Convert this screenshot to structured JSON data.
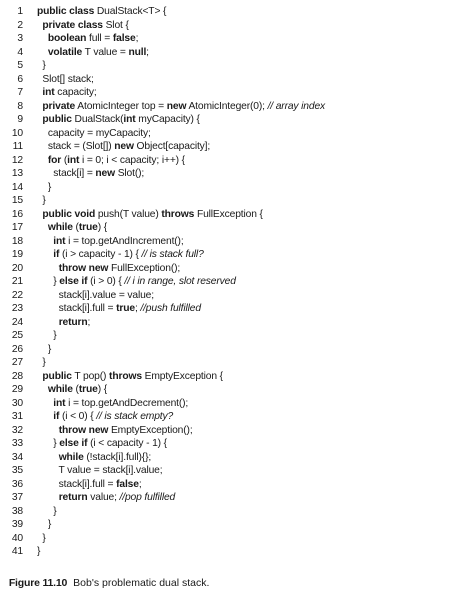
{
  "listing": {
    "lines": [
      {
        "n": "1",
        "segs": [
          {
            "t": "public class",
            "s": "kw"
          },
          {
            "t": " DualStack<T> {",
            "s": ""
          }
        ]
      },
      {
        "n": "2",
        "segs": [
          {
            "t": "  ",
            "s": ""
          },
          {
            "t": "private class",
            "s": "kw"
          },
          {
            "t": " Slot {",
            "s": ""
          }
        ]
      },
      {
        "n": "3",
        "segs": [
          {
            "t": "    ",
            "s": ""
          },
          {
            "t": "boolean",
            "s": "kw"
          },
          {
            "t": " full = ",
            "s": ""
          },
          {
            "t": "false",
            "s": "kw"
          },
          {
            "t": ";",
            "s": ""
          }
        ]
      },
      {
        "n": "4",
        "segs": [
          {
            "t": "    ",
            "s": ""
          },
          {
            "t": "volatile",
            "s": "kw"
          },
          {
            "t": " T value = ",
            "s": ""
          },
          {
            "t": "null",
            "s": "kw"
          },
          {
            "t": ";",
            "s": ""
          }
        ]
      },
      {
        "n": "5",
        "segs": [
          {
            "t": "  }",
            "s": ""
          }
        ]
      },
      {
        "n": "6",
        "segs": [
          {
            "t": "  Slot[] stack;",
            "s": ""
          }
        ]
      },
      {
        "n": "7",
        "segs": [
          {
            "t": "  ",
            "s": ""
          },
          {
            "t": "int",
            "s": "kw"
          },
          {
            "t": " capacity;",
            "s": ""
          }
        ]
      },
      {
        "n": "8",
        "segs": [
          {
            "t": "  ",
            "s": ""
          },
          {
            "t": "private",
            "s": "kw"
          },
          {
            "t": " AtomicInteger top = ",
            "s": ""
          },
          {
            "t": "new",
            "s": "kw"
          },
          {
            "t": " AtomicInteger(0); ",
            "s": ""
          },
          {
            "t": "// array index",
            "s": "cm"
          }
        ]
      },
      {
        "n": "9",
        "segs": [
          {
            "t": "  ",
            "s": ""
          },
          {
            "t": "public",
            "s": "kw"
          },
          {
            "t": " DualStack(",
            "s": ""
          },
          {
            "t": "int",
            "s": "kw"
          },
          {
            "t": " myCapacity) {",
            "s": ""
          }
        ]
      },
      {
        "n": "10",
        "segs": [
          {
            "t": "    capacity = myCapacity;",
            "s": ""
          }
        ]
      },
      {
        "n": "11",
        "segs": [
          {
            "t": "    stack = (Slot[]) ",
            "s": ""
          },
          {
            "t": "new",
            "s": "kw"
          },
          {
            "t": " Object[capacity];",
            "s": ""
          }
        ]
      },
      {
        "n": "12",
        "segs": [
          {
            "t": "    ",
            "s": ""
          },
          {
            "t": "for",
            "s": "kw"
          },
          {
            "t": " (",
            "s": ""
          },
          {
            "t": "int",
            "s": "kw"
          },
          {
            "t": " i = 0; i < capacity; i++) {",
            "s": ""
          }
        ]
      },
      {
        "n": "13",
        "segs": [
          {
            "t": "      stack[i] = ",
            "s": ""
          },
          {
            "t": "new",
            "s": "kw"
          },
          {
            "t": " Slot();",
            "s": ""
          }
        ]
      },
      {
        "n": "14",
        "segs": [
          {
            "t": "    }",
            "s": ""
          }
        ]
      },
      {
        "n": "15",
        "segs": [
          {
            "t": "  }",
            "s": ""
          }
        ]
      },
      {
        "n": "16",
        "segs": [
          {
            "t": "  ",
            "s": ""
          },
          {
            "t": "public void",
            "s": "kw"
          },
          {
            "t": " push(T value) ",
            "s": ""
          },
          {
            "t": "throws",
            "s": "kw"
          },
          {
            "t": " FullException {",
            "s": ""
          }
        ]
      },
      {
        "n": "17",
        "segs": [
          {
            "t": "    ",
            "s": ""
          },
          {
            "t": "while",
            "s": "kw"
          },
          {
            "t": " (",
            "s": ""
          },
          {
            "t": "true",
            "s": "kw"
          },
          {
            "t": ") {",
            "s": ""
          }
        ]
      },
      {
        "n": "18",
        "segs": [
          {
            "t": "      ",
            "s": ""
          },
          {
            "t": "int",
            "s": "kw"
          },
          {
            "t": " i = top.getAndIncrement();",
            "s": ""
          }
        ]
      },
      {
        "n": "19",
        "segs": [
          {
            "t": "      ",
            "s": ""
          },
          {
            "t": "if",
            "s": "kw"
          },
          {
            "t": " (i > capacity - 1) { ",
            "s": ""
          },
          {
            "t": "// is stack full?",
            "s": "cm"
          }
        ]
      },
      {
        "n": "20",
        "segs": [
          {
            "t": "        ",
            "s": ""
          },
          {
            "t": "throw new",
            "s": "kw"
          },
          {
            "t": " FullException();",
            "s": ""
          }
        ]
      },
      {
        "n": "21",
        "segs": [
          {
            "t": "      } ",
            "s": ""
          },
          {
            "t": "else if",
            "s": "kw"
          },
          {
            "t": " (i > 0) { ",
            "s": ""
          },
          {
            "t": "// i in range, slot reserved",
            "s": "cm"
          }
        ]
      },
      {
        "n": "22",
        "segs": [
          {
            "t": "        stack[i].value = value;",
            "s": ""
          }
        ]
      },
      {
        "n": "23",
        "segs": [
          {
            "t": "        stack[i].full = ",
            "s": ""
          },
          {
            "t": "true",
            "s": "kw"
          },
          {
            "t": "; ",
            "s": ""
          },
          {
            "t": "//push fulfilled",
            "s": "cm"
          }
        ]
      },
      {
        "n": "24",
        "segs": [
          {
            "t": "        ",
            "s": ""
          },
          {
            "t": "return",
            "s": "kw"
          },
          {
            "t": ";",
            "s": ""
          }
        ]
      },
      {
        "n": "25",
        "segs": [
          {
            "t": "      }",
            "s": ""
          }
        ]
      },
      {
        "n": "26",
        "segs": [
          {
            "t": "    }",
            "s": ""
          }
        ]
      },
      {
        "n": "27",
        "segs": [
          {
            "t": "  }",
            "s": ""
          }
        ]
      },
      {
        "n": "28",
        "segs": [
          {
            "t": "  ",
            "s": ""
          },
          {
            "t": "public",
            "s": "kw"
          },
          {
            "t": " T pop() ",
            "s": ""
          },
          {
            "t": "throws",
            "s": "kw"
          },
          {
            "t": " EmptyException {",
            "s": ""
          }
        ]
      },
      {
        "n": "29",
        "segs": [
          {
            "t": "    ",
            "s": ""
          },
          {
            "t": "while",
            "s": "kw"
          },
          {
            "t": " (",
            "s": ""
          },
          {
            "t": "true",
            "s": "kw"
          },
          {
            "t": ") {",
            "s": ""
          }
        ]
      },
      {
        "n": "30",
        "segs": [
          {
            "t": "      ",
            "s": ""
          },
          {
            "t": "int",
            "s": "kw"
          },
          {
            "t": " i = top.getAndDecrement();",
            "s": ""
          }
        ]
      },
      {
        "n": "31",
        "segs": [
          {
            "t": "      ",
            "s": ""
          },
          {
            "t": "if",
            "s": "kw"
          },
          {
            "t": " (i < 0) { ",
            "s": ""
          },
          {
            "t": "// is stack empty?",
            "s": "cm"
          }
        ]
      },
      {
        "n": "32",
        "segs": [
          {
            "t": "        ",
            "s": ""
          },
          {
            "t": "throw new",
            "s": "kw"
          },
          {
            "t": " EmptyException();",
            "s": ""
          }
        ]
      },
      {
        "n": "33",
        "segs": [
          {
            "t": "      } ",
            "s": ""
          },
          {
            "t": "else if",
            "s": "kw"
          },
          {
            "t": " (i < capacity - 1) {",
            "s": ""
          }
        ]
      },
      {
        "n": "34",
        "segs": [
          {
            "t": "        ",
            "s": ""
          },
          {
            "t": "while",
            "s": "kw"
          },
          {
            "t": " (!stack[i].full){};",
            "s": ""
          }
        ]
      },
      {
        "n": "35",
        "segs": [
          {
            "t": "        T value = stack[i].value;",
            "s": ""
          }
        ]
      },
      {
        "n": "36",
        "segs": [
          {
            "t": "        stack[i].full = ",
            "s": ""
          },
          {
            "t": "false",
            "s": "kw"
          },
          {
            "t": ";",
            "s": ""
          }
        ]
      },
      {
        "n": "37",
        "segs": [
          {
            "t": "        ",
            "s": ""
          },
          {
            "t": "return",
            "s": "kw"
          },
          {
            "t": " value; ",
            "s": ""
          },
          {
            "t": "//pop fulfilled",
            "s": "cm"
          }
        ]
      },
      {
        "n": "38",
        "segs": [
          {
            "t": "      }",
            "s": ""
          }
        ]
      },
      {
        "n": "39",
        "segs": [
          {
            "t": "    }",
            "s": ""
          }
        ]
      },
      {
        "n": "40",
        "segs": [
          {
            "t": "  }",
            "s": ""
          }
        ]
      },
      {
        "n": "41",
        "segs": [
          {
            "t": "}",
            "s": ""
          }
        ]
      }
    ]
  },
  "caption": {
    "label": "Figure 11.10",
    "text": "Bob's problematic dual stack."
  }
}
